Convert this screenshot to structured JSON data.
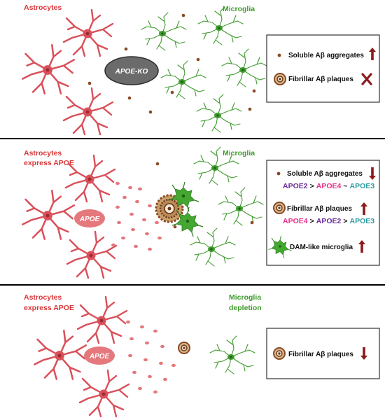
{
  "panels": [
    {
      "astrocyte_label": "Astrocytes",
      "astrocyte_label_line2": "",
      "microglia_label": "Microglia",
      "microglia_label_line2": "",
      "center_label": "APOE-KO",
      "legend": [
        {
          "text": "Soluble Aβ aggregates",
          "marker": "dot-icon",
          "indicator": "up-arrow-icon"
        },
        {
          "text": "Fibrillar Aβ plaques",
          "marker": "plaque-icon",
          "indicator": "cross-icon"
        }
      ]
    },
    {
      "astrocyte_label": "Astrocytes",
      "astrocyte_label_line2": "express APOE",
      "microglia_label": "Microglia",
      "microglia_label_line2": "",
      "center_label": "APOE",
      "legend": [
        {
          "text": "Soluble Aβ aggregates",
          "marker": "dot-icon",
          "indicator": "down-arrow-icon"
        },
        {
          "text": "Fibrillar Aβ plaques",
          "marker": "plaque-icon",
          "indicator": "up-arrow-icon"
        },
        {
          "text": "DAM-like microglia",
          "marker": "microglia-icon",
          "indicator": "up-arrow-icon"
        }
      ],
      "isoform_rows": [
        {
          "a": "APOE2",
          "op1": ">",
          "b": "APOE4",
          "op2": "~",
          "c": "APOE3"
        },
        {
          "a": "APOE4",
          "op1": ">",
          "b": "APOE2",
          "op2": ">",
          "c": "APOE3"
        }
      ]
    },
    {
      "astrocyte_label": "Astrocytes",
      "astrocyte_label_line2": "express APOE",
      "microglia_label": "Microglia",
      "microglia_label_line2": "depletion",
      "center_label": "APOE",
      "legend": [
        {
          "text": "Fibrillar Aβ plaques",
          "marker": "plaque-icon",
          "indicator": "down-arrow-icon"
        }
      ]
    }
  ],
  "colors": {
    "astrocyte": "#d9505a",
    "microglia": "#3f9b2d",
    "dam_microglia": "#44a830",
    "apoe_blob": "#e4787c",
    "abeta_dot": "#8a4a24",
    "apoe_ko": "#6b6b6b",
    "arrow": "#8b1a1a",
    "apoe2": "#6a2c9a",
    "apoe3": "#2e9ea0",
    "apoe4": "#e8308a"
  }
}
